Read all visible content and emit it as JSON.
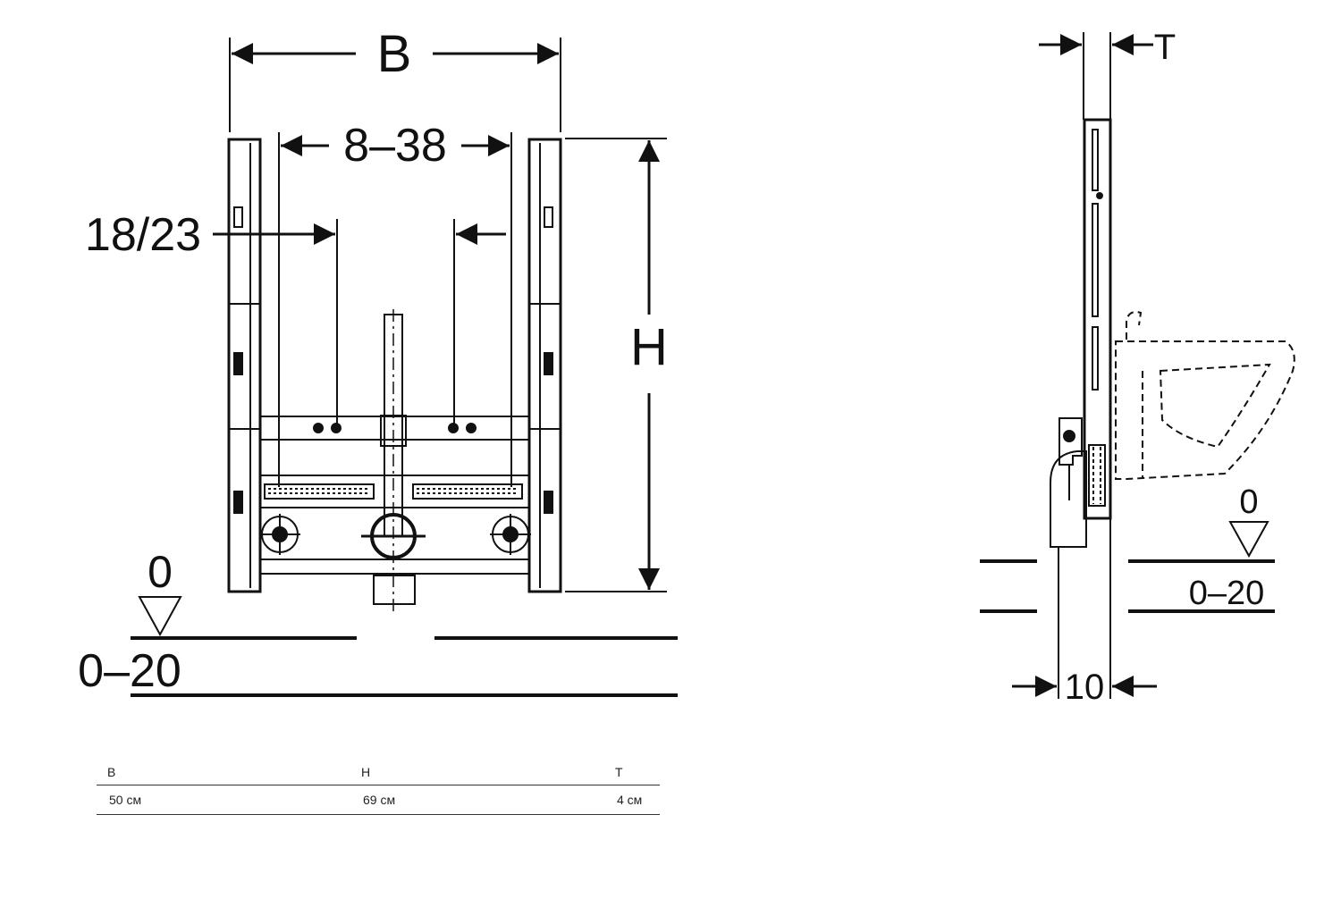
{
  "front_view": {
    "width_label": "B",
    "spacing_label": "8–38",
    "offset_label": "18/23",
    "height_label": "H",
    "floor_zero_label": "0",
    "floor_range_label": "0–20"
  },
  "side_view": {
    "depth_label": "T",
    "floor_zero_label": "0",
    "floor_range_label": "0–20",
    "base_depth_label": "10"
  },
  "spec_table": {
    "headers": [
      "B",
      "H",
      "T"
    ],
    "values": [
      "50 см",
      "69 см",
      "4 см"
    ]
  }
}
